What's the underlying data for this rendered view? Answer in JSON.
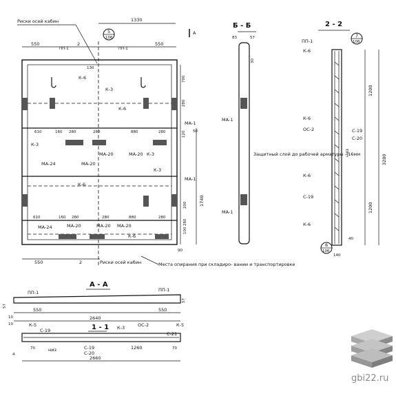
{
  "watermark": {
    "site": "gbi22.ru"
  },
  "labels": {
    "risk_top": "Риски осей кабин",
    "risk_bottom": "Риски осей кабин",
    "zashch": "Защитный слой до рабочей арматуры - 16мм",
    "mesta": "Места опирания при складиро- вании и транспортировке"
  },
  "sections": {
    "bb": "Б - Б",
    "s22": "2 - 2",
    "aa": "А - А",
    "s11": "1 - 1",
    "sec_a": "А",
    "sec_2": "2",
    "sec_1": "1"
  },
  "callouts": {
    "c5": "5",
    "c5s": "10б",
    "c7": "7",
    "c7s": "10б",
    "c6": "6",
    "c6s": "10б"
  },
  "marks": {
    "pp1": "ПП-1",
    "k6": "К-6",
    "k3": "К-3",
    "k5": "К-5",
    "ma1": "МА-1",
    "ma20": "МА-20",
    "ma24": "МА-24",
    "s19": "С-19",
    "s20": "С-20",
    "s21": "С-21",
    "oc2": "ОС-2",
    "niz": "низ"
  },
  "dims": {
    "d1330": "1330",
    "d550": "550",
    "d130": "130",
    "d700": "700",
    "d280": "280",
    "d610": "610",
    "d160": "160",
    "d880": "880",
    "d120": "120",
    "d50": "50",
    "d1740": "1740",
    "d200": "200",
    "d100": "100",
    "d90": "90",
    "d83": "83",
    "d57": "57",
    "d30": "30",
    "d1200": "1200",
    "d3280": "3280",
    "d40": "40",
    "d140": "140",
    "d2640": "2640",
    "d10": "10",
    "d1260": "1260",
    "d70": "70",
    "d2660": "2660",
    "d4": "4"
  },
  "colors": {
    "ink": "#111111",
    "paper": "#ffffff",
    "watermark": "#8a8a8a"
  }
}
